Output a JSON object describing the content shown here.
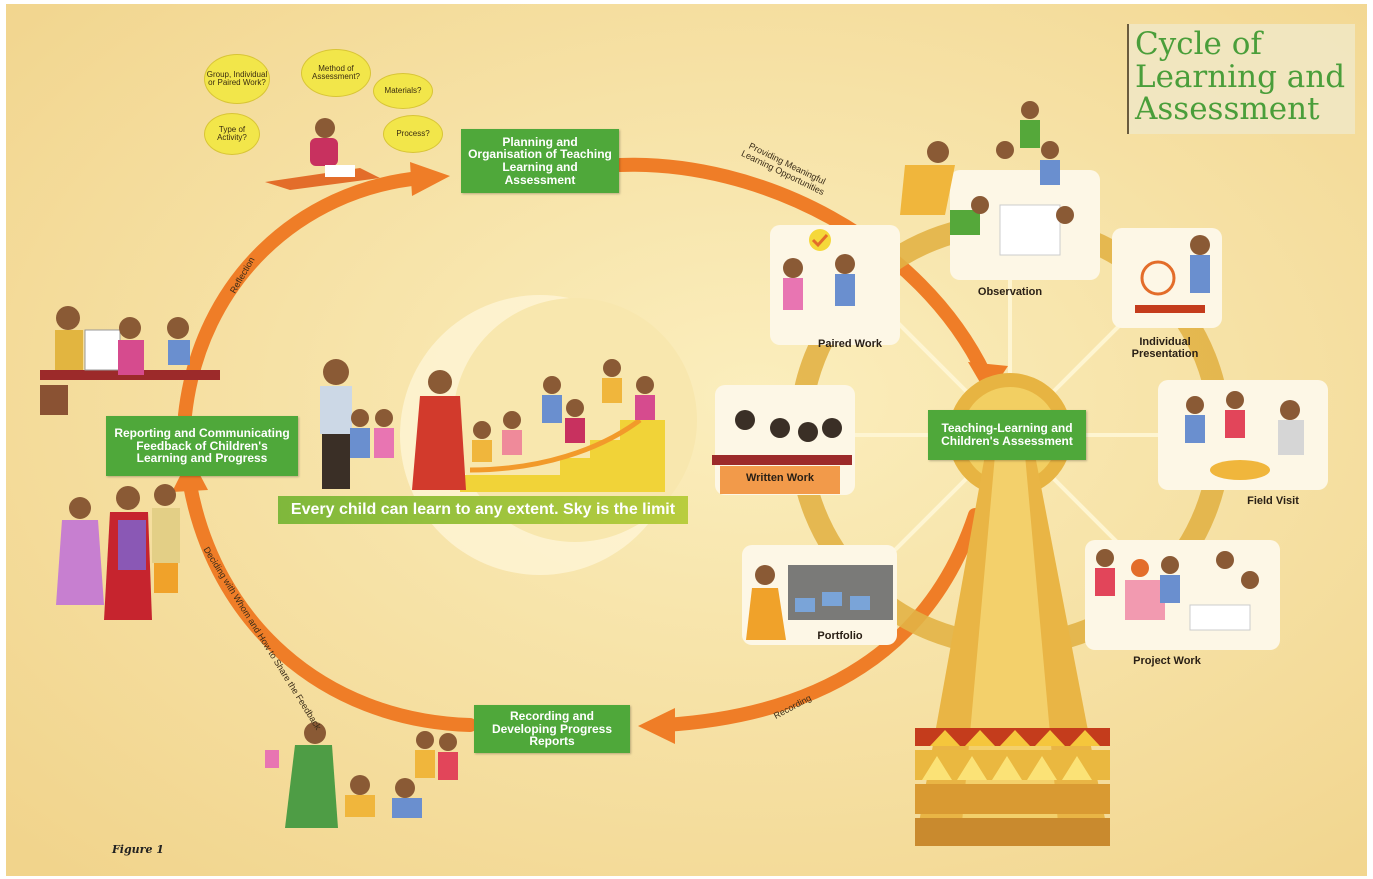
{
  "title": {
    "line1": "Cycle of",
    "line2": "Learning and",
    "line3": "Assessment"
  },
  "figure_caption": "Figure 1",
  "banner": "Every child can learn to any extent. Sky is the limit",
  "boxes": {
    "planning": "Planning and Organisation of Teaching Learning and Assessment",
    "teaching": "Teaching-Learning and Children's Assessment",
    "recording": "Recording and Developing Progress Reports",
    "reporting": "Reporting and Communicating Feedback of Children's Learning and Progress"
  },
  "arrow_labels": {
    "providing": "Providing Meaningful Learning Opportunities",
    "reflection": "Reflection",
    "recording": "Recording",
    "deciding": "Deciding with Whom and How to Share the Feedback"
  },
  "planning_bubbles": {
    "group": "Group, Individual or Paired Work?",
    "method": "Method of Assessment?",
    "materials": "Materials?",
    "type": "Type of Activity?",
    "process": "Process?"
  },
  "activities": {
    "observation": "Observation",
    "individual_presentation": "Individual Presentation",
    "field_visit": "Field Visit",
    "project_work": "Project Work",
    "portfolio": "Portfolio",
    "written_work": "Written Work",
    "paired_work": "Paired Work"
  },
  "colors": {
    "background": "#f6dfa0",
    "arrow_orange": "#ef7d27",
    "box_green": "#4fa83a",
    "title_green": "#4a9e3a",
    "wheel_gold": "#e2b246"
  }
}
